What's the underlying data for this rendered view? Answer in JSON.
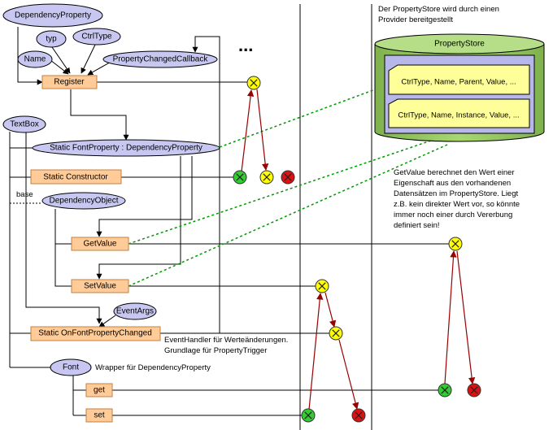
{
  "nodes": {
    "dependency_property": "DependencyProperty",
    "typ": "typ",
    "ctrltype": "CtrlType",
    "name": "Name",
    "property_changed_callback": "PropertyChangedCallback",
    "register": "Register",
    "ellipsis": "...",
    "textbox": "TextBox",
    "static_fontproperty": "Static FontProperty : DependencyProperty",
    "static_constructor": "Static Constructor",
    "base": "base",
    "dependency_object": "DependencyObject",
    "getvalue": "GetValue",
    "setvalue": "SetValue",
    "eventargs": "EventArgs",
    "static_onfontpropertychanged": "Static OnFontPropertyChanged",
    "font": "Font",
    "get": "get",
    "set": "set"
  },
  "annotations": {
    "eventhandler_line1": "EventHandler für Werteänderungen.",
    "eventhandler_line2": "Grundlage für PropertyTrigger",
    "font_wrapper": "Wrapper für DependencyProperty",
    "propertystore_note_line1": "Der PropertyStore wird durch einen",
    "propertystore_note_line2": "Provider bereitgestellt",
    "getvalue_note": [
      "GetValue berechnet den Wert einer",
      "Eigenschaft aus den vorhandenen",
      "Datensätzen im PropertyStore. Liegt",
      "z.B. kein direkter Wert vor, so könnte",
      "immer noch einer durch Vererbung",
      "definiert sein!"
    ]
  },
  "property_store": {
    "title": "PropertyStore",
    "records": [
      "CtrlType, Name, Parent, Value, ...",
      "CtrlType, Name, Instance, Value, ..."
    ]
  },
  "colors": {
    "ellipse_fill": "#c7c7f1",
    "box_fill": "#ffcc99",
    "cylinder_fill": "#9ccc66",
    "store_fill": "#b7b7e9",
    "record_fill": "#ffff99",
    "marker_yellow": "#ffff00",
    "marker_green": "#33cc33",
    "marker_red": "#dd1111",
    "arrow_red": "#990000",
    "dashed_green": "#009900"
  }
}
